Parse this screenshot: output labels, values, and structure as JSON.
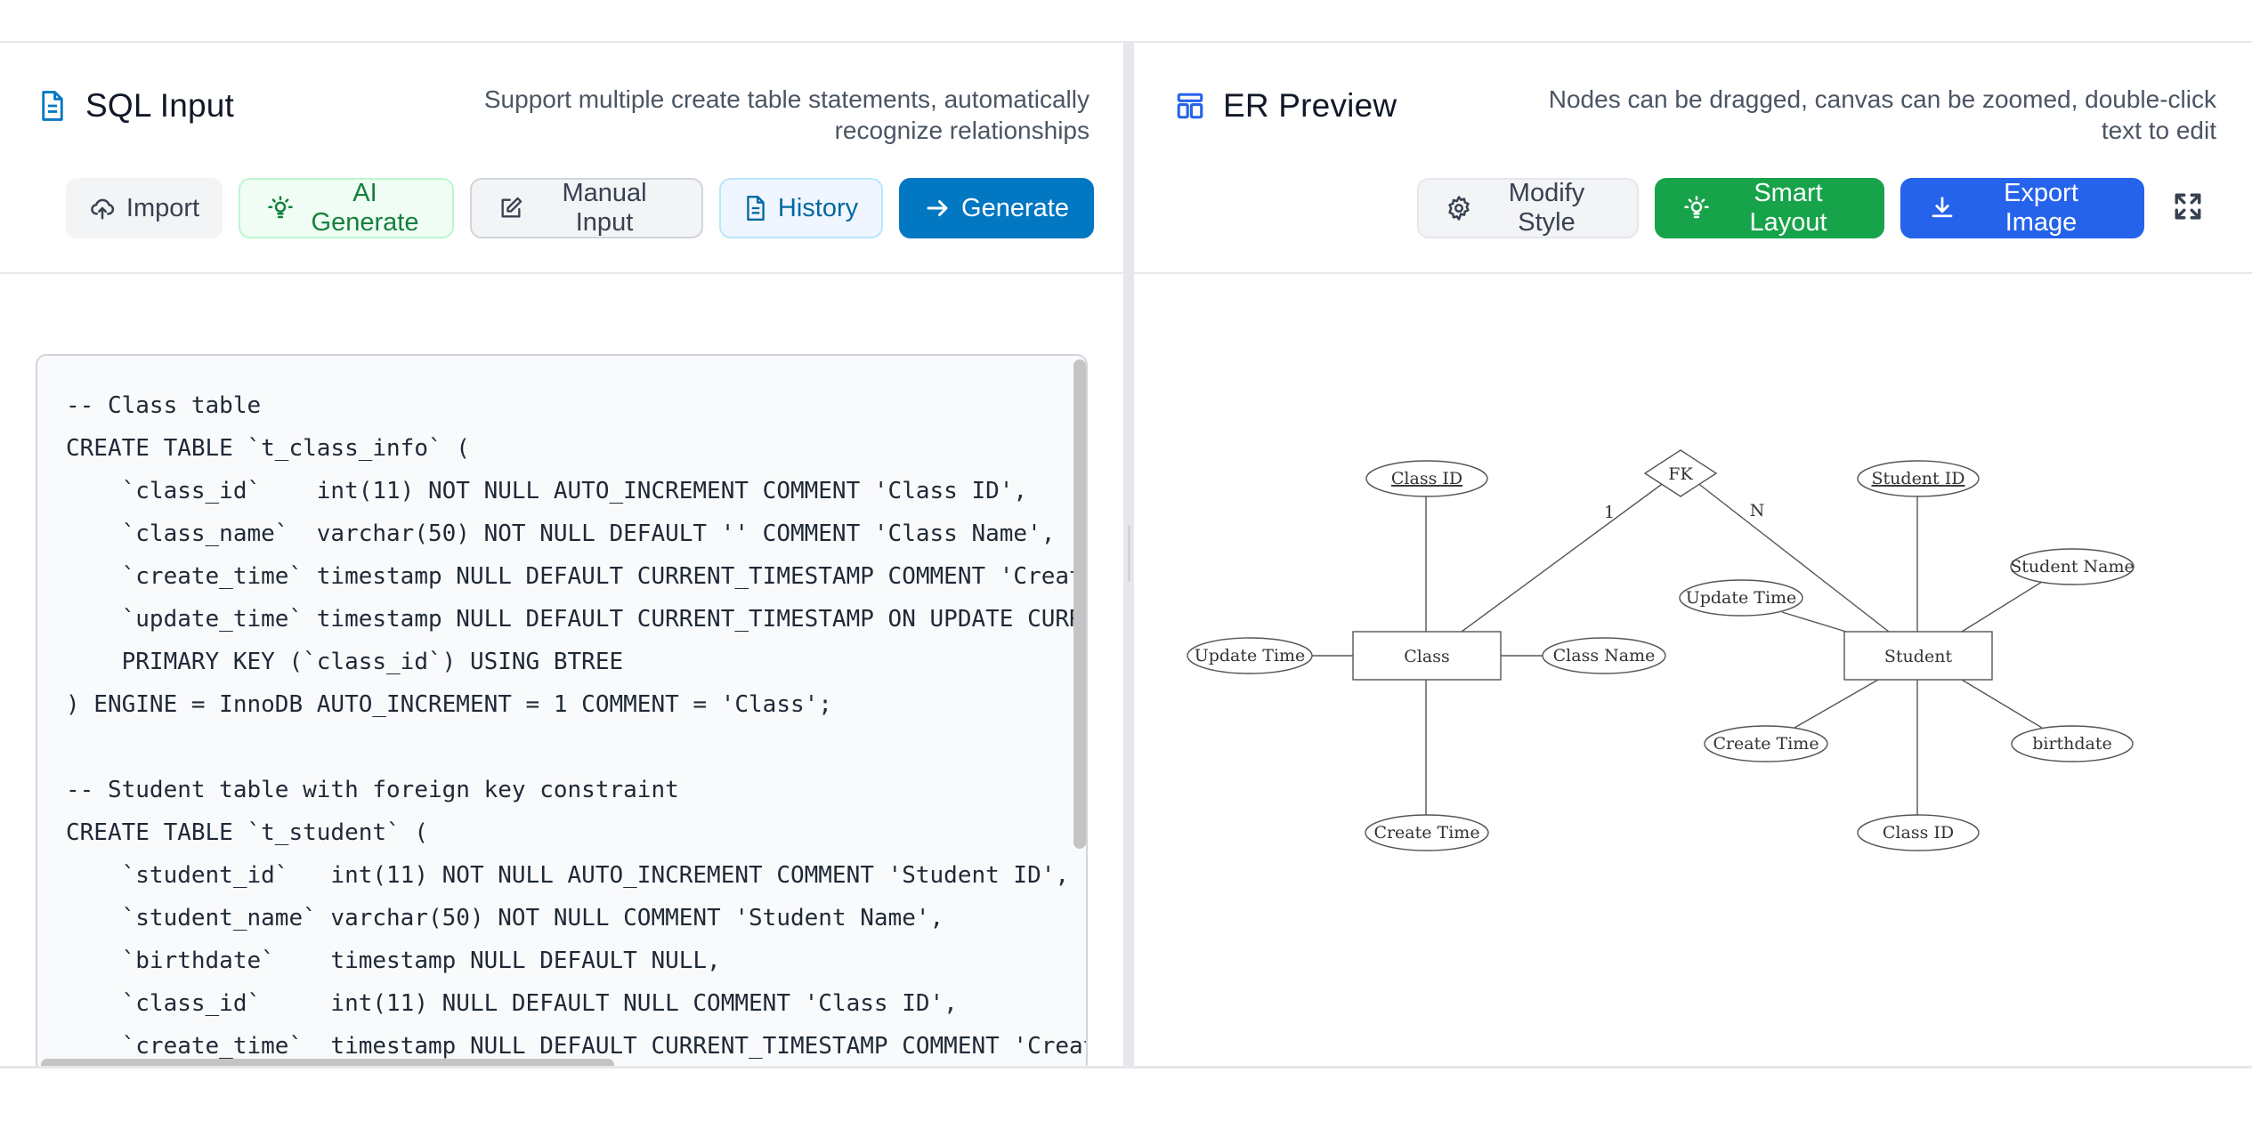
{
  "left_panel": {
    "title": "SQL Input",
    "hint": "Support multiple create table statements, automatically recognize relationships",
    "buttons": {
      "import": "Import",
      "ai_generate": "AI Generate",
      "manual_input": "Manual Input",
      "history": "History",
      "generate": "Generate"
    },
    "code": "-- Class table\nCREATE TABLE `t_class_info` (\n    `class_id`    int(11) NOT NULL AUTO_INCREMENT COMMENT 'Class ID',\n    `class_name`  varchar(50) NOT NULL DEFAULT '' COMMENT 'Class Name',\n    `create_time` timestamp NULL DEFAULT CURRENT_TIMESTAMP COMMENT 'Create\n    `update_time` timestamp NULL DEFAULT CURRENT_TIMESTAMP ON UPDATE CURRE\n    PRIMARY KEY (`class_id`) USING BTREE\n) ENGINE = InnoDB AUTO_INCREMENT = 1 COMMENT = 'Class';\n\n-- Student table with foreign key constraint\nCREATE TABLE `t_student` (\n    `student_id`   int(11) NOT NULL AUTO_INCREMENT COMMENT 'Student ID',\n    `student_name` varchar(50) NOT NULL COMMENT 'Student Name',\n    `birthdate`    timestamp NULL DEFAULT NULL,\n    `class_id`     int(11) NULL DEFAULT NULL COMMENT 'Class ID',\n    `create_time`  timestamp NULL DEFAULT CURRENT_TIMESTAMP COMMENT 'Creat"
  },
  "right_panel": {
    "title": "ER Preview",
    "hint": "Nodes can be dragged, canvas can be zoomed, double-click text to edit",
    "buttons": {
      "modify_style": "Modify Style",
      "smart_layout": "Smart Layout",
      "export_image": "Export Image"
    }
  },
  "er_diagram": {
    "entities": {
      "class": "Class",
      "student": "Student"
    },
    "relationship": {
      "label": "FK",
      "class_cardinality": "1",
      "student_cardinality": "N"
    },
    "class_attributes": {
      "class_id": "Class ID",
      "class_name": "Class Name",
      "update_time": "Update Time",
      "create_time": "Create Time"
    },
    "student_attributes": {
      "student_id": "Student ID",
      "student_name": "Student Name",
      "update_time": "Update Time",
      "create_time": "Create Time",
      "birthdate": "birthdate",
      "class_id": "Class ID"
    }
  },
  "colors": {
    "generate_bg": "#0277c2",
    "smart_layout_bg": "#16a34a",
    "export_bg": "#2563eb",
    "ai_text": "#15803d",
    "history_text": "#0369a1",
    "border": "#e5e7eb"
  }
}
